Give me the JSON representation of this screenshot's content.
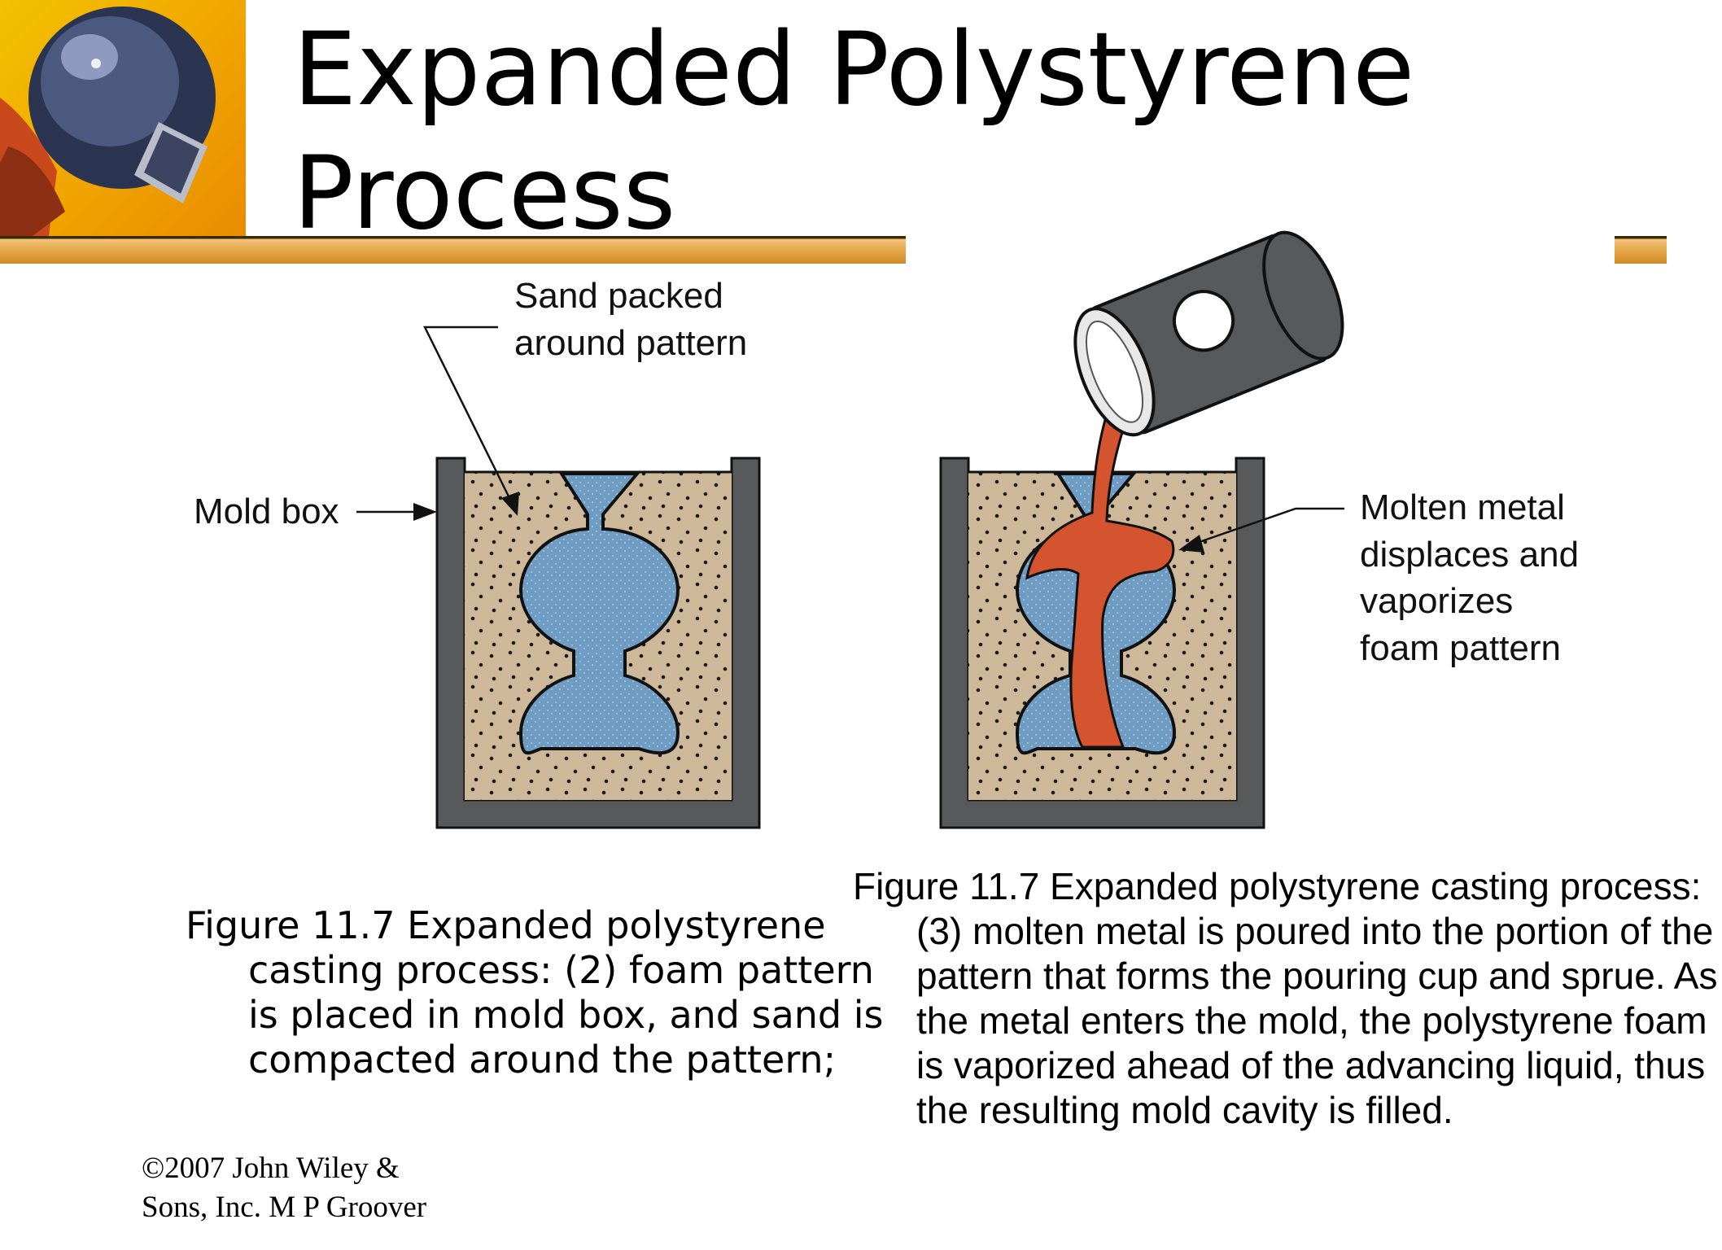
{
  "slide": {
    "title_line1": "Expanded Polystyrene",
    "title_line2": "Process",
    "logo_icon": "welder-mask-icon"
  },
  "diagram": {
    "labels": {
      "sand_line1": "Sand packed",
      "sand_line2": "around pattern",
      "mold_box": "Mold box",
      "molten_line1": "Molten metal",
      "molten_line2": "displaces and",
      "molten_line3": "vaporizes",
      "molten_line4": "foam pattern"
    },
    "colors": {
      "mold_box": "#58595b",
      "sand": "#cdb89a",
      "foam_pattern": "#6f9cc3",
      "molten_metal": "#d3542e",
      "accent_bar": "#e4a341"
    }
  },
  "captions": {
    "left": "Figure 11.7  Expanded polystyrene casting process: (2) foam pattern is placed in mold box, and sand is compacted around the pattern;",
    "right": "Figure 11.7  Expanded polystyrene casting process: (3) molten metal is poured into the portion of the pattern that forms the pouring cup and sprue.  As the metal enters the mold, the polystyrene foam is vaporized ahead of the advancing liquid, thus the resulting mold cavity is filled."
  },
  "footer": {
    "copyright": "©2007 John Wiley & Sons, Inc.  M P Groover"
  }
}
